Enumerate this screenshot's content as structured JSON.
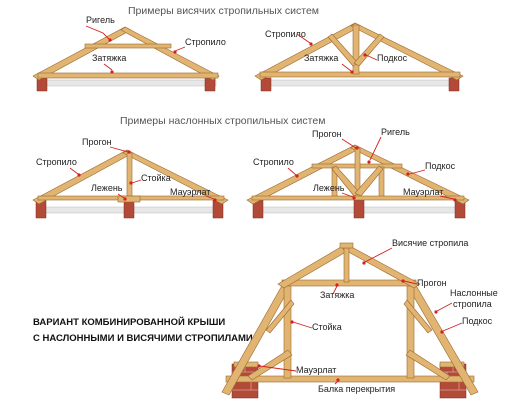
{
  "titles": {
    "hanging": "Примеры висячих стропильных систем",
    "layered": "Примеры наслонных стропильных систем",
    "combined_line1": "ВАРИАНТ КОМБИНИРОВАННОЙ КРЫШИ",
    "combined_line2": "С НАСЛОННЫМИ И ВИСЯЧИМИ СТРОПИЛАМИ"
  },
  "labels": {
    "rigel": "Ригель",
    "stropilo": "Стропило",
    "zatyazhka": "Затяжка",
    "podkos": "Подкос",
    "progon": "Прогон",
    "stoyka": "Стойка",
    "lezhen": "Лежень",
    "mauerlat": "Мауэрлат",
    "visyachie": "Висячие стропила",
    "naslonnye_1": "Наслонные",
    "naslonnye_2": "стропила",
    "balka": "Балка перекрытия"
  },
  "colors": {
    "timber": "#e2b472",
    "timber_edge": "#9a6a2e",
    "leader": "#d42020",
    "brick": "#b34a38",
    "slab": "#e7e7e7"
  }
}
